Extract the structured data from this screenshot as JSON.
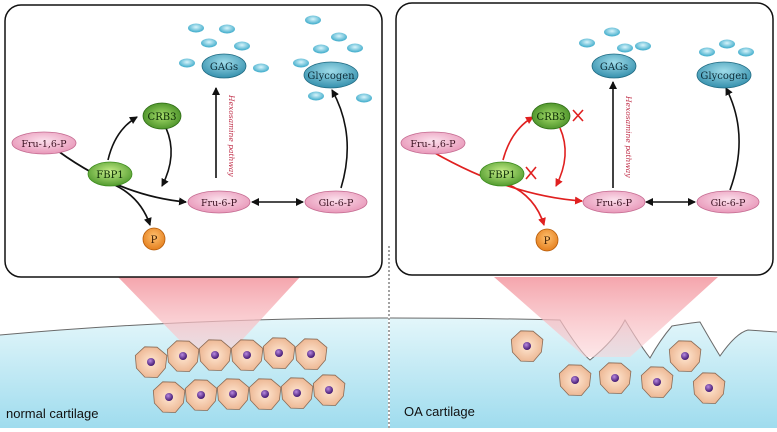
{
  "normal": {
    "nodes": {
      "gags": "GAGs",
      "glycogen": "Glycogen",
      "crb3": "CRB3",
      "fru16p": "Fru-1,6-P",
      "fbp1": "FBP1",
      "fru6p": "Fru-6-P",
      "glc6p": "Glc-6-P",
      "p": "P"
    },
    "pathway_label": "Hexosamine pathway",
    "tissue_label": "normal cartilage"
  },
  "oa": {
    "nodes": {
      "gags": "GAGs",
      "glycogen": "Glycogen",
      "crb3": "CRB3",
      "fru16p": "Fru-1,6-P",
      "fbp1": "FBP1",
      "fru6p": "Fru-6-P",
      "glc6p": "Glc-6-P",
      "p": "P"
    },
    "pathway_label": "Hexosamine pathway",
    "tissue_label": "OA cartilage"
  },
  "colors": {
    "pink_node": "#f3b6cf",
    "teal_node": "#3fa4bf",
    "green_node": "#5aa52d",
    "orange_node": "#f28a1c",
    "red_arrow": "#e02020",
    "pathway_text": "#c0304a",
    "cartilage": "#bfe9f3",
    "chondrocyte": "#f5c9a4",
    "nucleus": "#5b2a86",
    "beam": "#f6a6ad"
  }
}
